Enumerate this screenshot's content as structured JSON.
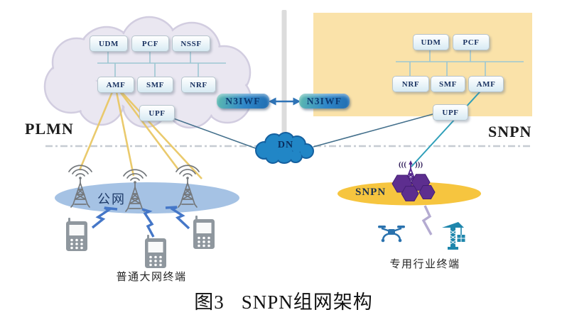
{
  "caption": {
    "prefix": "图3",
    "text": "SNPN组网架构"
  },
  "dn": {
    "label": "DN"
  },
  "plmn": {
    "label": "PLMN",
    "n3iwf": "N3IWF",
    "nodes": {
      "udm": "UDM",
      "pcf": "PCF",
      "nssf": "NSSF",
      "amf": "AMF",
      "smf": "SMF",
      "nrf": "NRF",
      "upf": "UPF"
    },
    "ran": {
      "network_label": "公网",
      "terminals_label": "普通大网终端"
    }
  },
  "snpn": {
    "label": "SNPN",
    "n3iwf": "N3IWF",
    "nodes": {
      "udm": "UDM",
      "pcf": "PCF",
      "nrf": "NRF",
      "smf": "SMF",
      "amf": "AMF",
      "upf": "UPF"
    },
    "ran": {
      "network_label": "SNPN",
      "terminals_label": "专用行业终端",
      "radio_waves_left": "(((",
      "radio_waves_right": ")))"
    }
  },
  "colors": {
    "plmn_cloud": "#eae7f1",
    "snpn_panel": "#fae2a9",
    "n3iwf_gradient_start": "#5fbcae",
    "n3iwf_gradient_end": "#1f6cb0",
    "dn_cloud": "#2186c6",
    "public_ellipse": "#a5c2e4",
    "snpn_ellipse": "#f6c53f",
    "link_yellow": "#e9c866",
    "link_teal": "#2f9fb9",
    "link_steel": "#44708c",
    "bus_line": "#9cc7d3",
    "purple_icons": "#5d2e8f",
    "terminal_gray": "#8f979e",
    "bolt_blue": "#4577c8",
    "industry_teal": "#1e86ac"
  }
}
